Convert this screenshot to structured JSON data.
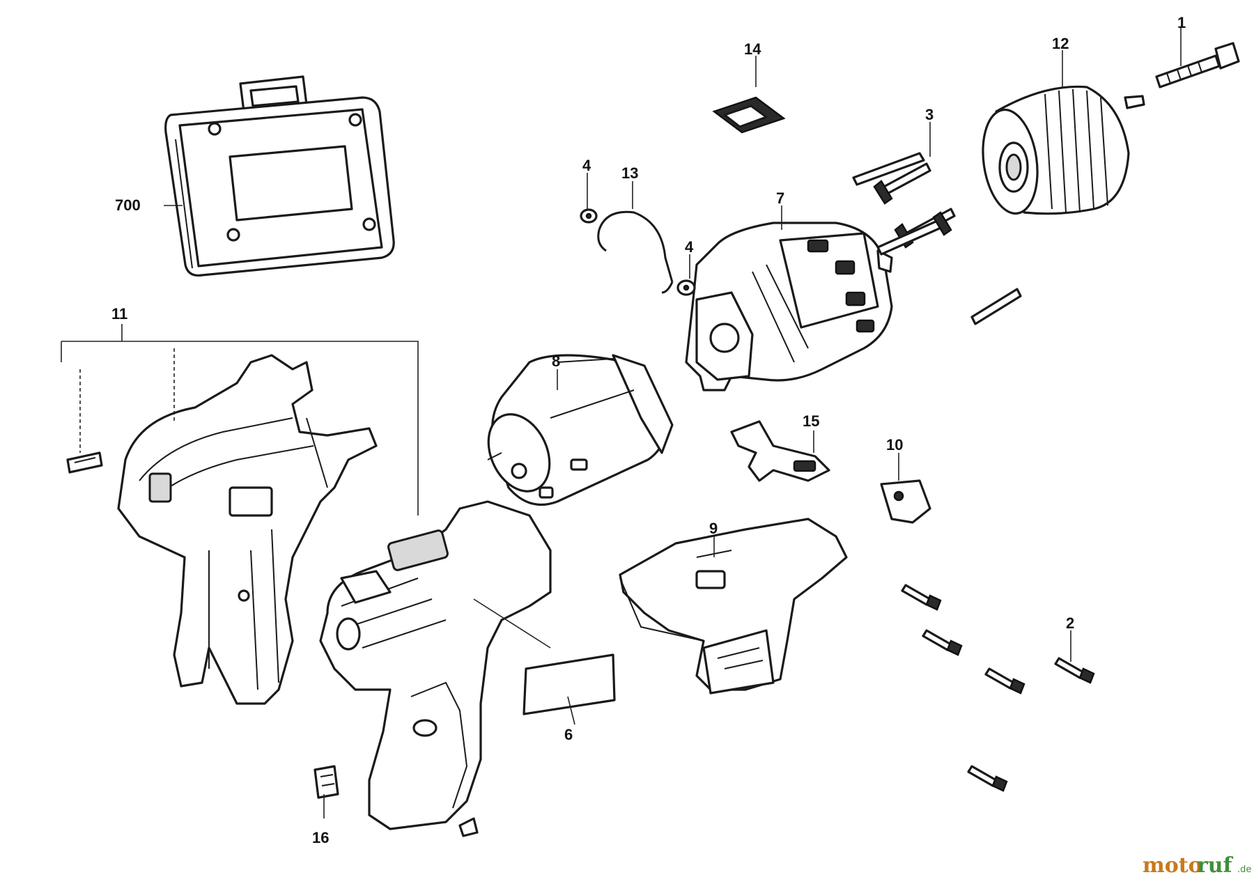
{
  "labels": {
    "p1": "1",
    "p2": "2",
    "p3": "3",
    "p4a": "4",
    "p4b": "4",
    "p6": "6",
    "p7": "7",
    "p8": "8",
    "p9": "9",
    "p10": "10",
    "p11": "11",
    "p12": "12",
    "p13": "13",
    "p14": "14",
    "p15": "15",
    "p16": "16",
    "p700": "700"
  },
  "watermark": {
    "part1": "moto",
    "part2": "ruf",
    "suffix": ".de"
  },
  "colors": {
    "line": "#1a1a1a",
    "watermark_orange": "#c77a1a",
    "watermark_green": "#3f8f3a"
  }
}
